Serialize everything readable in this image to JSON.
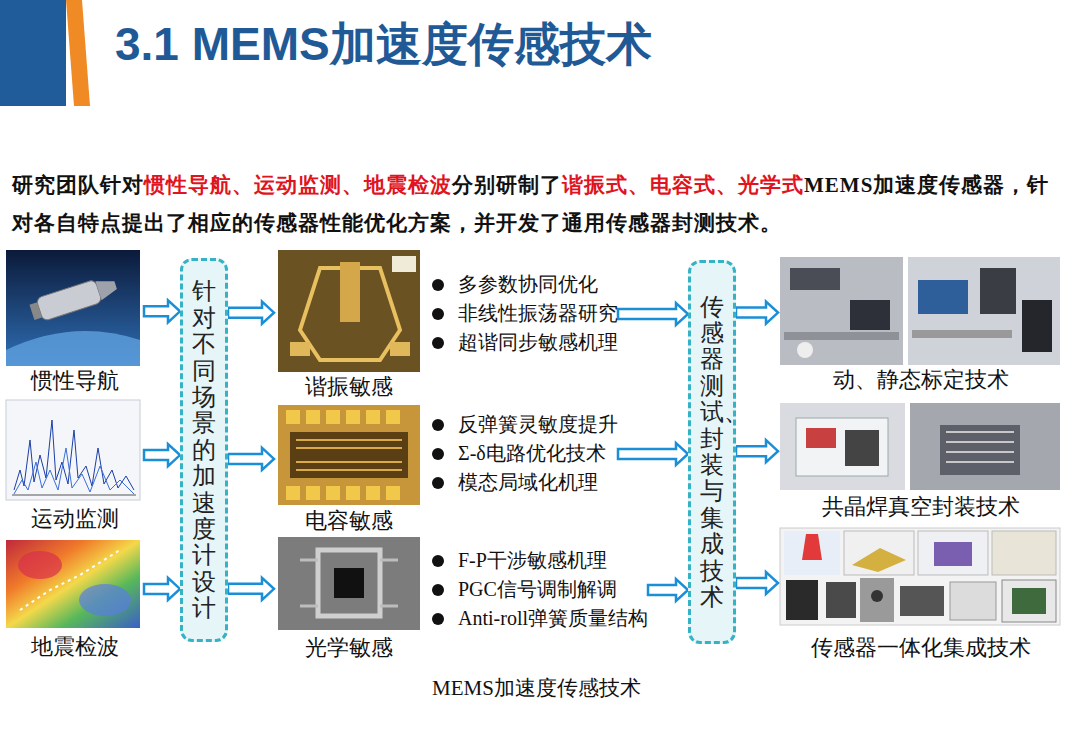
{
  "diagram": {
    "title": "3.1 MEMS加速度传感技术",
    "caption": "MEMS加速度传感技术",
    "nodes": [
      {
        "text": [
          "惯性导航"
        ]
      },
      {
        "text": [
          "运动监测"
        ]
      },
      {
        "text": [
          "地震检波"
        ]
      },
      {
        "text": [
          "针对不同场景的加速度计设计"
        ]
      },
      {
        "text": [
          "谐振敏感"
        ]
      },
      {
        "text": [
          "电容敏感"
        ]
      },
      {
        "text": [
          "光学敏感"
        ]
      },
      {
        "text": [
          "多参数协同优化",
          "非线性振荡器研究",
          "超谐同步敏感机理"
        ]
      },
      {
        "text": [
          "反弹簧灵敏度提升",
          "Σ-δ电路优化技术",
          "模态局域化机理"
        ]
      },
      {
        "text": [
          "F-P干涉敏感机理",
          "PGC信号调制解调",
          "Anti-roll弹簧质量结构"
        ]
      },
      {
        "text": [
          "传感器测试、封装与集成技术"
        ]
      },
      {
        "text": [
          "动、静态标定技术"
        ]
      },
      {
        "text": [
          "共晶焊真空封装技术"
        ]
      },
      {
        "text": [
          "传感器一体化集成技术"
        ]
      }
    ],
    "edges": [
      {
        "from": 0,
        "to": 3,
        "arrow": "to"
      },
      {
        "from": 1,
        "to": 3,
        "arrow": "to"
      },
      {
        "from": 2,
        "to": 3,
        "arrow": "to"
      },
      {
        "from": 3,
        "to": 4,
        "arrow": "to"
      },
      {
        "from": 3,
        "to": 5,
        "arrow": "to"
      },
      {
        "from": 3,
        "to": 6,
        "arrow": "to"
      },
      {
        "from": 7,
        "to": 10,
        "arrow": "to"
      },
      {
        "from": 8,
        "to": 10,
        "arrow": "to"
      },
      {
        "from": 9,
        "to": 10,
        "arrow": "to"
      },
      {
        "from": 10,
        "to": 11,
        "arrow": "to"
      },
      {
        "from": 10,
        "to": 12,
        "arrow": "to"
      },
      {
        "from": 10,
        "to": 13,
        "arrow": "to"
      }
    ],
    "labels": [
      "研究团队针对",
      "惯性导航、运动监测、地震检波",
      "分别研制了",
      "谐振式、电容式、光学式",
      "MEMS加速度传感器，针对各自特点提出了相应的传感器性能优化方案，并开发了通用传感器封测技术。"
    ]
  }
}
